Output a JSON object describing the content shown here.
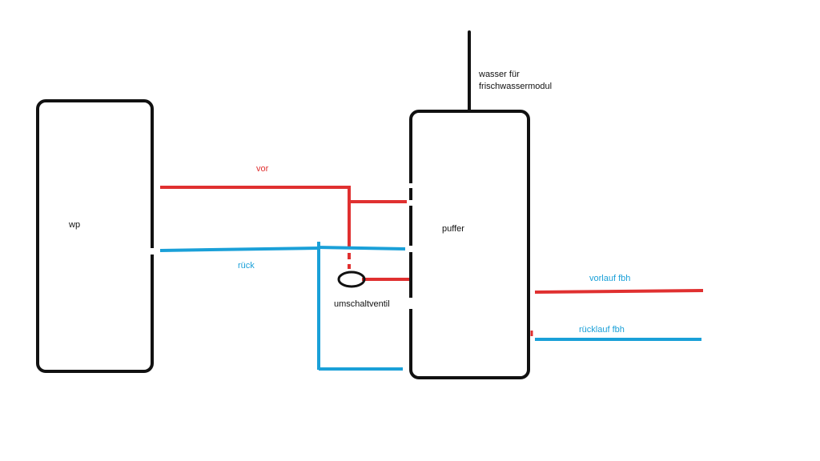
{
  "diagram": {
    "boxes": {
      "wp": "wp",
      "puffer": "puffer"
    },
    "labels": {
      "vor": "vor",
      "rueck": "rück",
      "umschaltventil": "umschaltventil",
      "wasser_line1": "wasser für",
      "wasser_line2": "frischwassermodul",
      "vorlauf_fbh": "vorlauf fbh",
      "ruecklauf_fbh": "rücklauf fbh"
    },
    "colors": {
      "supply_red": "#e03030",
      "return_blue": "#1aa0d8",
      "outline_black": "#111111"
    }
  }
}
